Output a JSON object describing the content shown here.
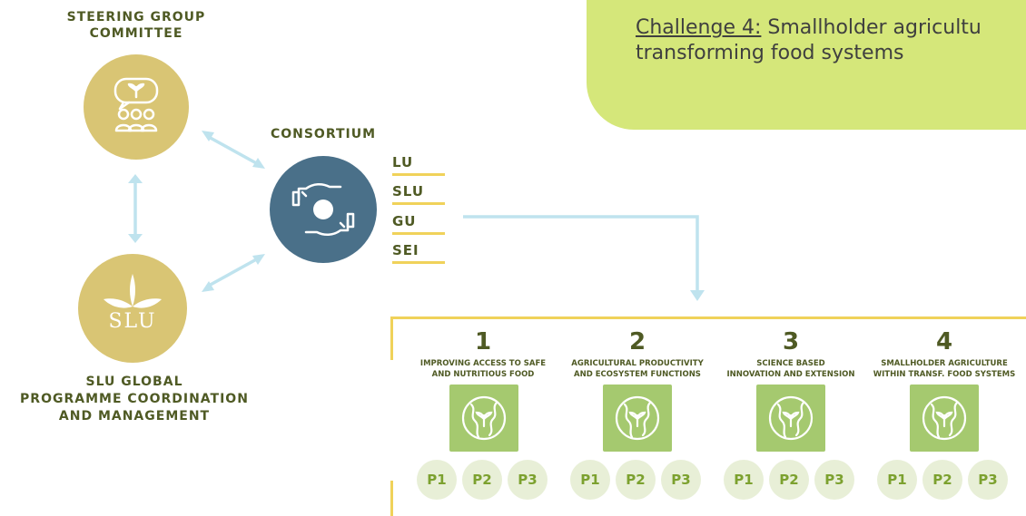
{
  "challenge": {
    "prefix": "Challenge 4:",
    "text_line1": " Smallholder agricultu",
    "text_line2": "transforming food systems"
  },
  "steering": {
    "title_line1": "STEERING GROUP",
    "title_line2": "COMMITTEE",
    "icon": "people-chat-icon"
  },
  "slu_global": {
    "title_line1": "SLU GLOBAL",
    "title_line2": "PROGRAMME COORDINATION",
    "title_line3": "AND MANAGEMENT",
    "logo_text": "SLU"
  },
  "consortium": {
    "title": "CONSORTIUM",
    "icon": "hands-globe-icon",
    "members": [
      "LU",
      "SLU",
      "GU",
      "SEI"
    ]
  },
  "columns": [
    {
      "number": "1",
      "label_line1": "IMPROVING ACCESS TO SAFE",
      "label_line2": "AND NUTRITIOUS FOOD"
    },
    {
      "number": "2",
      "label_line1": "AGRICULTURAL PRODUCTIVITY",
      "label_line2": "AND ECOSYSTEM FUNCTIONS"
    },
    {
      "number": "3",
      "label_line1": "SCIENCE BASED",
      "label_line2": "INNOVATION AND EXTENSION"
    },
    {
      "number": "4",
      "label_line1": "SMALLHOLDER AGRICULTURE",
      "label_line2": "WITHIN TRANSF. FOOD SYSTEMS"
    }
  ],
  "pills": [
    "P1",
    "P2",
    "P3"
  ],
  "colors": {
    "dark_olive": "#4f5a24",
    "gold": "#d9c574",
    "teal": "#4a7089",
    "green_box": "#a5c96f",
    "lime": "#d5e77a",
    "arrow_blue": "#bfe3ee",
    "yellow_line": "#f0d25a"
  }
}
